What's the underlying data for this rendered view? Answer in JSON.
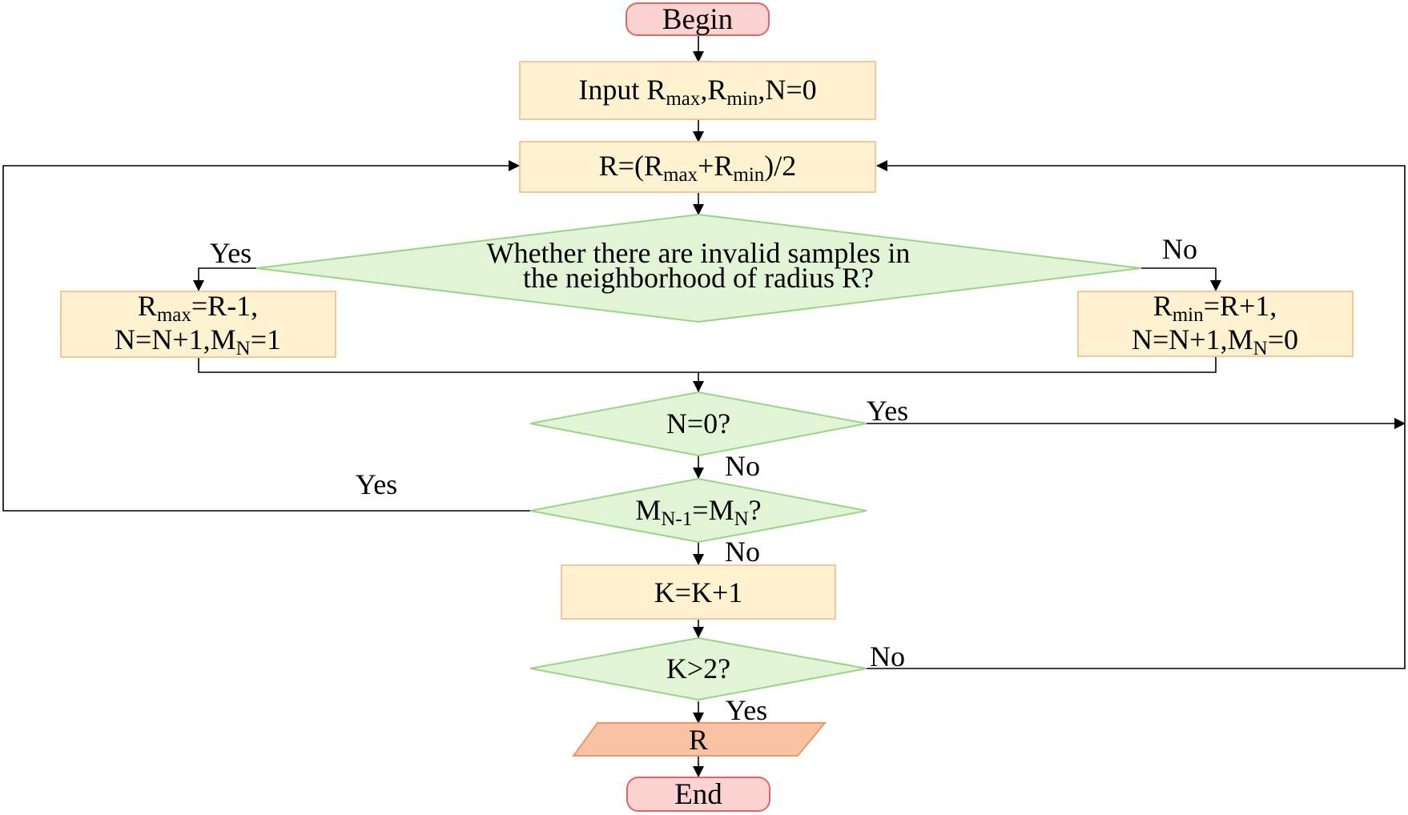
{
  "colors": {
    "terminal_fill": "#fdd3d2",
    "terminal_stroke": "#e06666",
    "process_fill": "#fff2d1",
    "process_stroke": "#f4c79a",
    "decision_fill": "#e1f5d6",
    "decision_stroke": "#9bd387",
    "io_fill": "#f8c2a3",
    "io_stroke": "#e59a6a",
    "line": "#000000"
  },
  "nodes": {
    "begin": "Begin",
    "input": {
      "prefix": "Input R",
      "sub1": "max",
      "mid": ",R",
      "sub2": "min",
      "suffix": ",N=0"
    },
    "compute_r": {
      "prefix": "R=(R",
      "sub1": "max",
      "mid": "+R",
      "sub2": "min",
      "suffix": ")/2"
    },
    "decision_invalid": {
      "line1": "Whether there are invalid samples in",
      "line2": "the neighborhood of radius R?"
    },
    "left_update": {
      "line1_prefix": "R",
      "line1_sub": "max",
      "line1_suffix": "=R-1,",
      "line2_prefix": "N=N+1,M",
      "line2_sub": "N",
      "line2_suffix": "=1"
    },
    "right_update": {
      "line1_prefix": "R",
      "line1_sub": "min",
      "line1_suffix": "=R+1,",
      "line2_prefix": "N=N+1,M",
      "line2_sub": "N",
      "line2_suffix": "=0"
    },
    "decision_n0": "N=0?",
    "decision_m": {
      "prefix": "M",
      "sub1": "N-1",
      "mid": "=M",
      "sub2": "N",
      "suffix": "?"
    },
    "increment_k": "K=K+1",
    "decision_k": "K>2?",
    "output_r": "R",
    "end": "End"
  },
  "edge_labels": {
    "invalid_yes": "Yes",
    "invalid_no": "No",
    "n0_yes": "Yes",
    "n0_no": "No",
    "m_yes": "Yes",
    "m_no": "No",
    "k_no": "No",
    "k_yes": "Yes"
  }
}
